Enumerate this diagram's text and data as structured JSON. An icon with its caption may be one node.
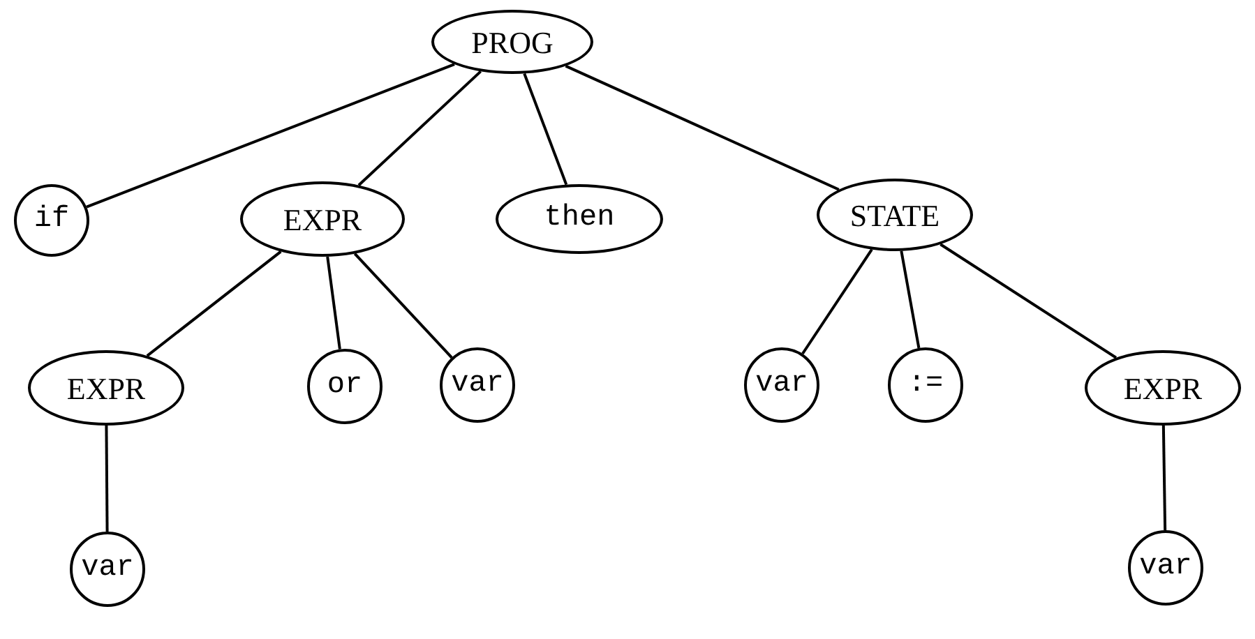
{
  "diagram": {
    "nodes": [
      {
        "text": [
          "PROG"
        ]
      },
      {
        "text": [
          "if"
        ]
      },
      {
        "text": [
          "EXPR"
        ]
      },
      {
        "text": [
          "then"
        ]
      },
      {
        "text": [
          "STATE"
        ]
      },
      {
        "text": [
          "EXPR"
        ]
      },
      {
        "text": [
          "or"
        ]
      },
      {
        "text": [
          "var"
        ]
      },
      {
        "text": [
          "var"
        ]
      },
      {
        "text": [
          ":="
        ]
      },
      {
        "text": [
          "EXPR"
        ]
      },
      {
        "text": [
          "var"
        ]
      },
      {
        "text": [
          "var"
        ]
      }
    ],
    "edges": [
      {
        "from": 0,
        "to": 1,
        "arrow": "none"
      },
      {
        "from": 0,
        "to": 2,
        "arrow": "none"
      },
      {
        "from": 0,
        "to": 3,
        "arrow": "none"
      },
      {
        "from": 0,
        "to": 4,
        "arrow": "none"
      },
      {
        "from": 2,
        "to": 5,
        "arrow": "none"
      },
      {
        "from": 2,
        "to": 6,
        "arrow": "none"
      },
      {
        "from": 2,
        "to": 7,
        "arrow": "none"
      },
      {
        "from": 4,
        "to": 8,
        "arrow": "none"
      },
      {
        "from": 4,
        "to": 9,
        "arrow": "none"
      },
      {
        "from": 4,
        "to": 10,
        "arrow": "none"
      },
      {
        "from": 5,
        "to": 11,
        "arrow": "none"
      },
      {
        "from": 10,
        "to": 12,
        "arrow": "none"
      }
    ]
  }
}
